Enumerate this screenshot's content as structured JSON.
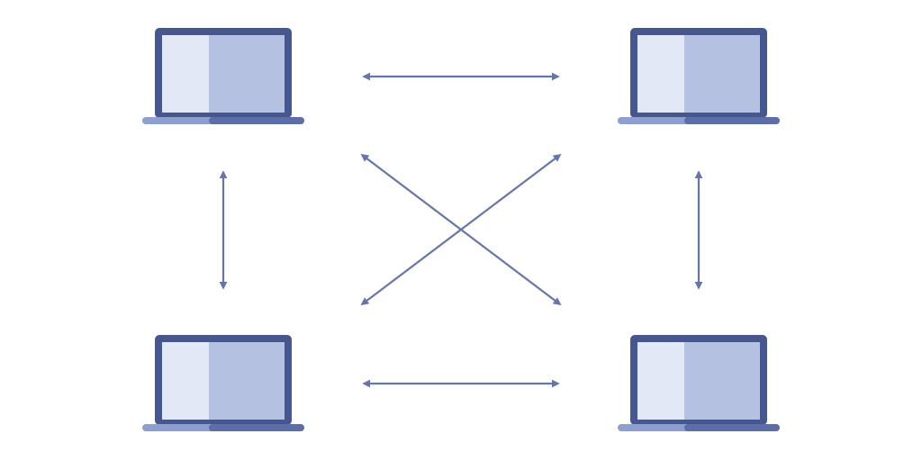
{
  "diagram": {
    "kind": "peer-to-peer network",
    "nodes": [
      {
        "id": "laptop-top-left",
        "icon": "laptop-icon"
      },
      {
        "id": "laptop-top-right",
        "icon": "laptop-icon"
      },
      {
        "id": "laptop-bottom-left",
        "icon": "laptop-icon"
      },
      {
        "id": "laptop-bottom-right",
        "icon": "laptop-icon"
      }
    ],
    "links": [
      {
        "from": "laptop-top-left",
        "to": "laptop-top-right",
        "direction": "bidirectional"
      },
      {
        "from": "laptop-bottom-left",
        "to": "laptop-bottom-right",
        "direction": "bidirectional"
      },
      {
        "from": "laptop-top-left",
        "to": "laptop-bottom-left",
        "direction": "bidirectional"
      },
      {
        "from": "laptop-top-right",
        "to": "laptop-bottom-right",
        "direction": "bidirectional"
      },
      {
        "from": "laptop-top-left",
        "to": "laptop-bottom-right",
        "direction": "bidirectional"
      },
      {
        "from": "laptop-top-right",
        "to": "laptop-bottom-left",
        "direction": "bidirectional"
      }
    ]
  },
  "colors": {
    "background": "#ffffff",
    "frame": "#46578f",
    "screen_light": "#e3e8f7",
    "screen_dark": "#b5c1e0",
    "base_light": "#8d9fd1",
    "base_dark": "#5b6ea8",
    "arrow": "#6376ad"
  }
}
